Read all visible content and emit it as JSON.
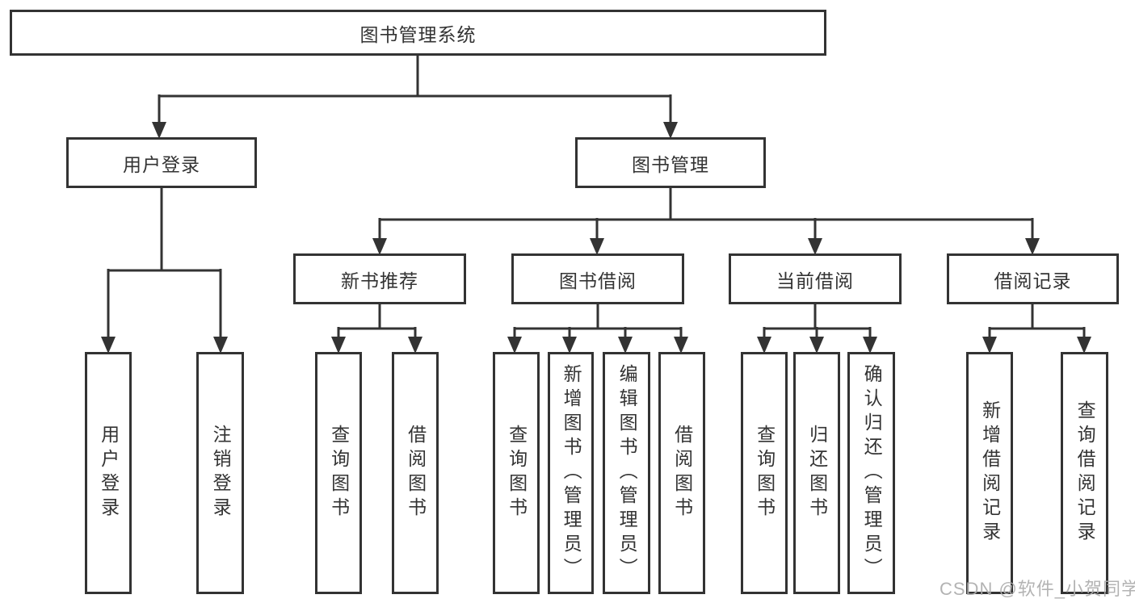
{
  "diagram": {
    "title": "图书管理系统",
    "tree": {
      "label": "图书管理系统",
      "children": [
        {
          "label": "用户登录",
          "children": [
            {
              "label": "用户登录"
            },
            {
              "label": "注销登录"
            }
          ]
        },
        {
          "label": "图书管理",
          "children": [
            {
              "label": "新书推荐",
              "children": [
                {
                  "label": "查询图书"
                },
                {
                  "label": "借阅图书"
                }
              ]
            },
            {
              "label": "图书借阅",
              "children": [
                {
                  "label": "查询图书"
                },
                {
                  "label": "新增图书（管理员）"
                },
                {
                  "label": "编辑图书（管理员）"
                },
                {
                  "label": "借阅图书"
                }
              ]
            },
            {
              "label": "当前借阅",
              "children": [
                {
                  "label": "查询图书"
                },
                {
                  "label": "归还图书"
                },
                {
                  "label": "确认归还（管理员）"
                }
              ]
            },
            {
              "label": "借阅记录",
              "children": [
                {
                  "label": "新增借阅记录"
                },
                {
                  "label": "查询借阅记录"
                }
              ]
            }
          ]
        }
      ]
    },
    "colors": {
      "line": "#333333",
      "text": "#333333",
      "box_background": "#ffffff",
      "page_background": "#ffffff",
      "watermark": "#acacac"
    }
  },
  "watermark": {
    "text": "CSDN @软件_小贺同学"
  }
}
